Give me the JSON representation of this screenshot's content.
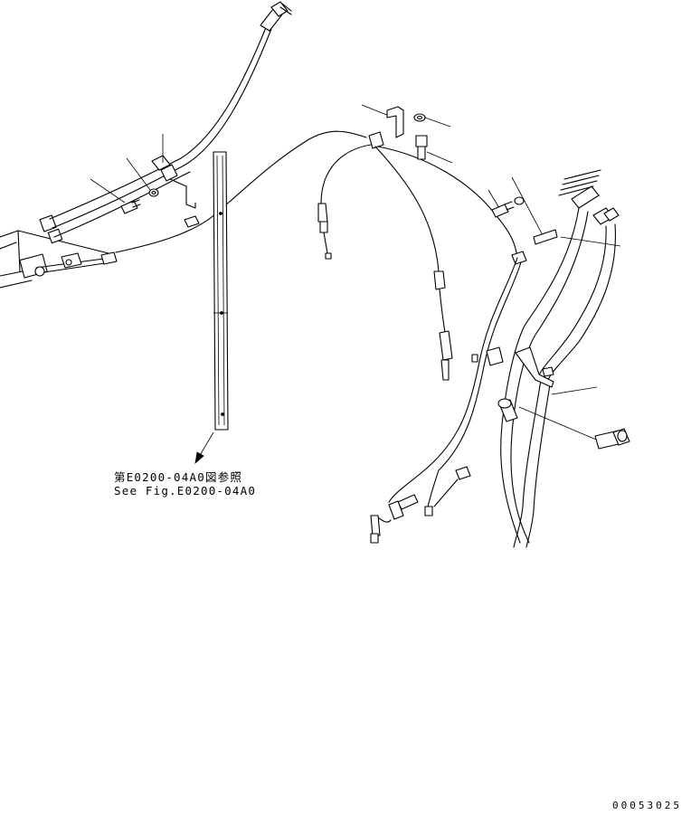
{
  "reference_note": {
    "line_jp": "第E0200-04A0図参照",
    "line_en": "See Fig.E0200-04A0"
  },
  "document_number": "00053025"
}
